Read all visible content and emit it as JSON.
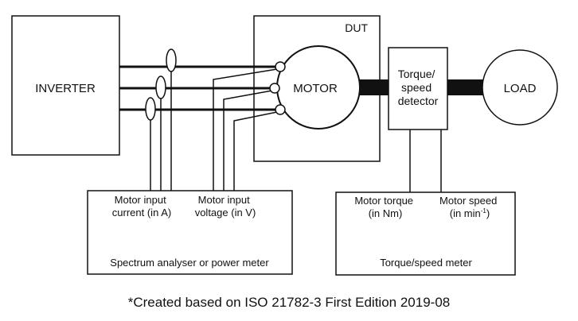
{
  "inverter": "INVERTER",
  "dut": "DUT",
  "motor": "MOTOR",
  "detector": [
    "Torque/",
    "speed",
    "detector"
  ],
  "load": "LOAD",
  "analyser": {
    "current": [
      "Motor input",
      "current (in A)"
    ],
    "voltage": [
      "Motor input",
      "voltage (in V)"
    ],
    "title": "Spectrum analyser or power meter"
  },
  "meter": {
    "torque": [
      "Motor torque",
      "(in Nm)"
    ],
    "speed": [
      "Motor speed",
      "(in min",
      "-1",
      ")"
    ],
    "title": "Torque/speed meter"
  },
  "caption": "*Created based on ISO 21782-3 First Edition 2019-08"
}
